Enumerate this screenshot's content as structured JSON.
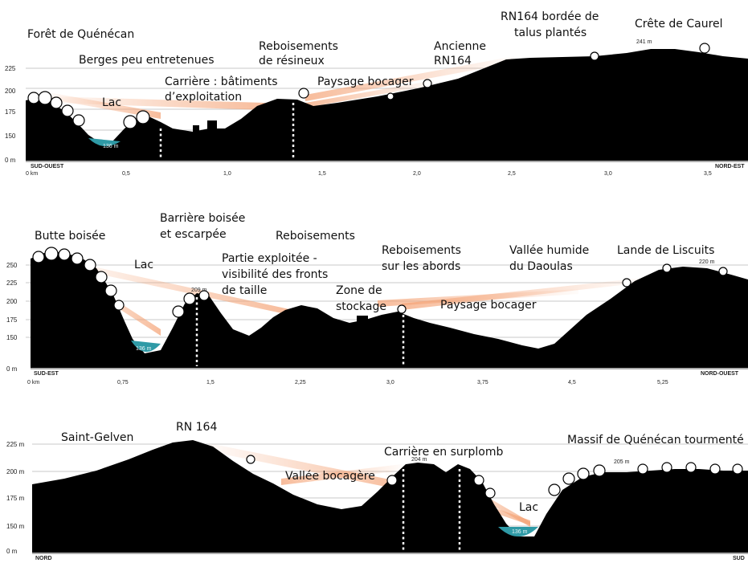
{
  "colors": {
    "beam": "#f4a173",
    "water": "#2f9aa6",
    "terrain": "#000000",
    "grid": "#c9c9c9"
  },
  "profile1": {
    "labels": {
      "foret": "Forêt de Quénécan",
      "berges": "Berges peu entretenues",
      "reboisements_l1": "Reboisements",
      "reboisements_l2": "de résineux",
      "rn164_l1": "RN164 bordée de",
      "rn164_l2": "talus plantés",
      "crete": "Crête de Caurel",
      "lac": "Lac",
      "carriere_l1": "Carrière : bâtiments",
      "carriere_l2": "d’exploitation",
      "paysage": "Paysage bocager",
      "ancienne_l1": "Ancienne",
      "ancienne_l2": "RN164"
    },
    "alt_ticks": [
      "225",
      "200",
      "175",
      "150",
      "0 m"
    ],
    "dist_ticks": [
      "0 km",
      "0,5",
      "1,0",
      "1,5",
      "2,0",
      "2,5",
      "3,0",
      "3,5"
    ],
    "dir_left": "SUD-OUEST",
    "dir_right": "NORD-EST",
    "water_label": "136 m",
    "peak_label": "241 m"
  },
  "profile2": {
    "labels": {
      "butte": "Butte boisée",
      "barriere_l1": "Barrière boisée",
      "barriere_l2": "et escarpée",
      "reboisements": "Reboisements",
      "reb_abords_l1": "Reboisements",
      "reb_abords_l2": "sur les abords",
      "vallee_l1": "Vallée humide",
      "vallee_l2": "du Daoulas",
      "lande": "Lande de Liscuits",
      "lac": "Lac",
      "partie_l1": "Partie exploitée -",
      "partie_l2": "visibilité des fronts",
      "partie_l3": "de taille",
      "zone_l1": "Zone de",
      "zone_l2": "stockage",
      "paysage": "Paysage bocager"
    },
    "alt_ticks": [
      "250",
      "225",
      "200",
      "175",
      "150",
      "0 m"
    ],
    "dist_ticks": [
      "0 km",
      "0,75",
      "1,5",
      "2,25",
      "3,0",
      "3,75",
      "4,5",
      "5,25"
    ],
    "dir_left": "SUD-EST",
    "dir_right": "NORD-OUEST",
    "water_label": "136 m",
    "peak_label": "209 m",
    "peak2_label": "220 m"
  },
  "profile3": {
    "labels": {
      "saint": "Saint-Gelven",
      "rn": "RN 164",
      "carriere": "Carrière en surplomb",
      "massif": "Massif de Quénécan tourmenté",
      "vallee": "Vallée bocagère",
      "lac": "Lac"
    },
    "alt_ticks": [
      "225 m",
      "200 m",
      "175 m",
      "150 m",
      "0 m"
    ],
    "dir_left": "NORD",
    "dir_right": "SUD",
    "water_label": "136 m",
    "peak_label": "204 m",
    "peak2_label": "205 m"
  }
}
